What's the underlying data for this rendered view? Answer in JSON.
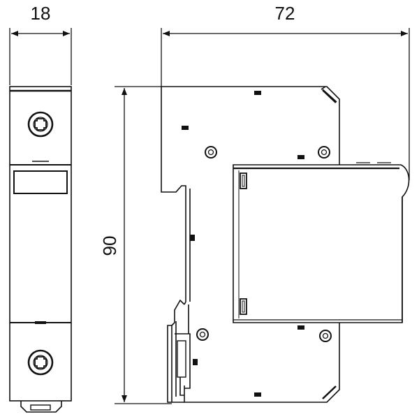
{
  "dimensions": {
    "width_front": "18",
    "width_side": "72",
    "height": "90"
  },
  "colors": {
    "line": "#111111",
    "background": "#ffffff"
  }
}
